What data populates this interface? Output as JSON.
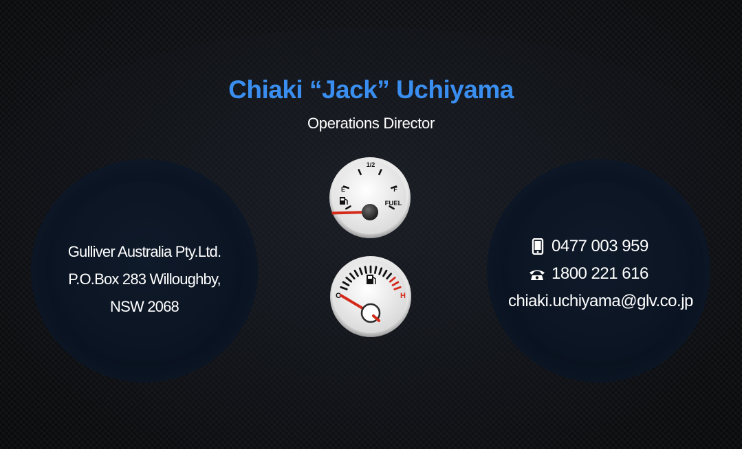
{
  "person": {
    "name": "Chiaki “Jack” Uchiyama",
    "title": "Operations Director"
  },
  "company": {
    "line1": "Gulliver Australia Pty.Ltd.",
    "line2": "P.O.Box 283 Willoughby,",
    "line3": "NSW 2068"
  },
  "contact": {
    "mobile": "0477 003 959",
    "phone": "1800 221 616",
    "email": "chiaki.uchiyama@glv.co.jp"
  },
  "icons": {
    "mobile": "mobile-phone-icon",
    "phone": "telephone-icon"
  },
  "fuel_gauge": {
    "half_label": "1/2",
    "empty_label": "E",
    "full_label": "F",
    "caption": "FUEL",
    "level": 0.05
  },
  "temp_gauge": {
    "cold_label": "C",
    "hot_label": "H",
    "level": 0.08
  },
  "colors": {
    "name": "#3a8ef0",
    "text": "#ffffff",
    "needle": "#d42a1a",
    "hot": "#d42a1a",
    "background": "#0b0c0e"
  }
}
